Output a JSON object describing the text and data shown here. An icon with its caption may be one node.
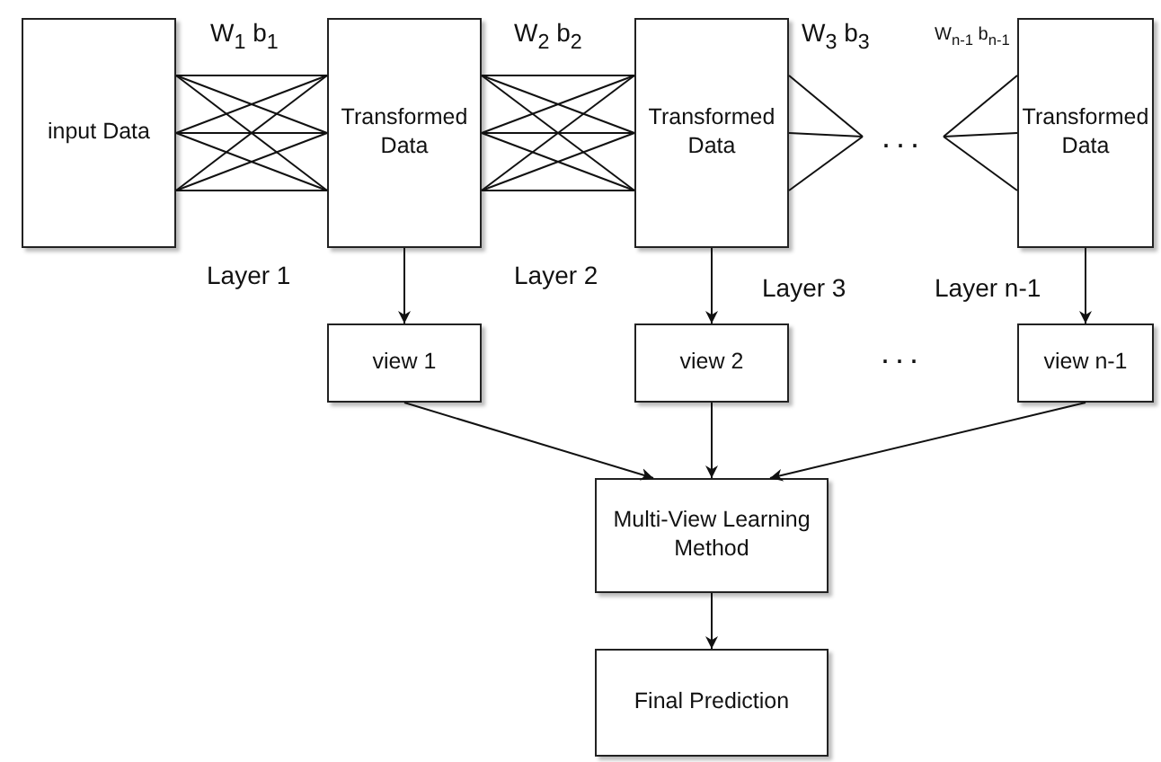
{
  "diagram": {
    "nodes": [
      {
        "text": [
          "input Data"
        ]
      },
      {
        "text": [
          "Transformed Data"
        ]
      },
      {
        "text": [
          "Transformed Data"
        ]
      },
      {
        "text": [
          "..."
        ]
      },
      {
        "text": [
          "Transformed Data"
        ]
      },
      {
        "text": [
          "view 1"
        ]
      },
      {
        "text": [
          "view 2"
        ]
      },
      {
        "text": [
          "view n-1"
        ]
      },
      {
        "text": [
          "Multi-View Learning Method"
        ]
      },
      {
        "text": [
          "Final Prediction"
        ]
      }
    ],
    "edges": [
      {
        "from": 0,
        "to": 1,
        "arrow": "none"
      },
      {
        "from": 0,
        "to": 1,
        "arrow": "none"
      },
      {
        "from": 0,
        "to": 1,
        "arrow": "none"
      },
      {
        "from": 0,
        "to": 1,
        "arrow": "none"
      },
      {
        "from": 0,
        "to": 1,
        "arrow": "none"
      },
      {
        "from": 0,
        "to": 1,
        "arrow": "none"
      },
      {
        "from": 0,
        "to": 1,
        "arrow": "none"
      },
      {
        "from": 0,
        "to": 1,
        "arrow": "none"
      },
      {
        "from": 0,
        "to": 1,
        "arrow": "none"
      },
      {
        "from": 1,
        "to": 2,
        "arrow": "none"
      },
      {
        "from": 1,
        "to": 2,
        "arrow": "none"
      },
      {
        "from": 1,
        "to": 2,
        "arrow": "none"
      },
      {
        "from": 1,
        "to": 2,
        "arrow": "none"
      },
      {
        "from": 1,
        "to": 2,
        "arrow": "none"
      },
      {
        "from": 1,
        "to": 2,
        "arrow": "none"
      },
      {
        "from": 1,
        "to": 2,
        "arrow": "none"
      },
      {
        "from": 1,
        "to": 2,
        "arrow": "none"
      },
      {
        "from": 1,
        "to": 2,
        "arrow": "none"
      },
      {
        "from": 2,
        "to": 3,
        "arrow": "none"
      },
      {
        "from": 2,
        "to": 3,
        "arrow": "none"
      },
      {
        "from": 2,
        "to": 3,
        "arrow": "none"
      },
      {
        "from": 3,
        "to": 4,
        "arrow": "none"
      },
      {
        "from": 3,
        "to": 4,
        "arrow": "none"
      },
      {
        "from": 3,
        "to": 4,
        "arrow": "none"
      },
      {
        "from": 1,
        "to": 5,
        "arrow": "to"
      },
      {
        "from": 2,
        "to": 6,
        "arrow": "to"
      },
      {
        "from": 4,
        "to": 7,
        "arrow": "to"
      },
      {
        "from": 5,
        "to": 8,
        "arrow": "to"
      },
      {
        "from": 6,
        "to": 8,
        "arrow": "to"
      },
      {
        "from": 7,
        "to": 8,
        "arrow": "to"
      },
      {
        "from": 8,
        "to": 9,
        "arrow": "to"
      }
    ],
    "labels": [
      "W$_{1}$ b$_{1}$",
      "W$_{2}$ b$_{2}$",
      "W$_{3}$ b$_{3}$",
      "W$_{n-1}$ b$_{n-1}$",
      "Layer 1",
      "Layer 2",
      "Layer 3",
      "Layer n-1",
      "..."
    ]
  }
}
